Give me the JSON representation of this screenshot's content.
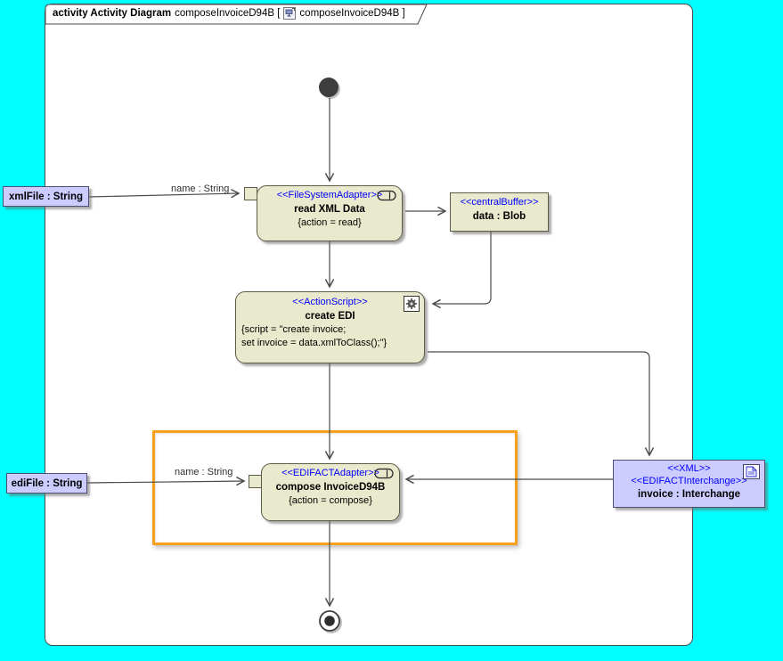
{
  "frame": {
    "keyword": "activity Activity Diagram",
    "instance": "composeInvoiceD94B [",
    "ref": "composeInvoiceD94B ]"
  },
  "nodes": {
    "read": {
      "stereotype": "<<FileSystemAdapter>>",
      "name": "read XML Data",
      "constraint": "{action = read}"
    },
    "buffer": {
      "stereotype": "<<centralBuffer>>",
      "name": "data : Blob"
    },
    "script": {
      "stereotype": "<<ActionScript>>",
      "name": "create EDI",
      "constraint1": "{script = \"create invoice;",
      "constraint2": "set invoice = data.xmlToClass();\"}"
    },
    "compose": {
      "stereotype": "<<EDIFACTAdapter>>",
      "name": "compose InvoiceD94B",
      "constraint": "{action = compose}"
    },
    "invoice": {
      "stereotype_xml": "<<XML>>",
      "stereotype_edifact": "<<EDIFACTInterchange>>",
      "name": "invoice : Interchange"
    },
    "xml_param": {
      "name": "xmlFile : String"
    },
    "edi_param": {
      "name": "ediFile : String"
    }
  },
  "edge_labels": {
    "read_pin": "name : String",
    "compose_pin": "name : String"
  },
  "colors": {
    "background": "#00FFFF",
    "action_fill": "#E9E9CD",
    "object_fill": "#CCCCFF",
    "stereotype_text": "#0000FF",
    "selection_highlight": "#F9A01B",
    "edge": "#4A4A4A"
  }
}
